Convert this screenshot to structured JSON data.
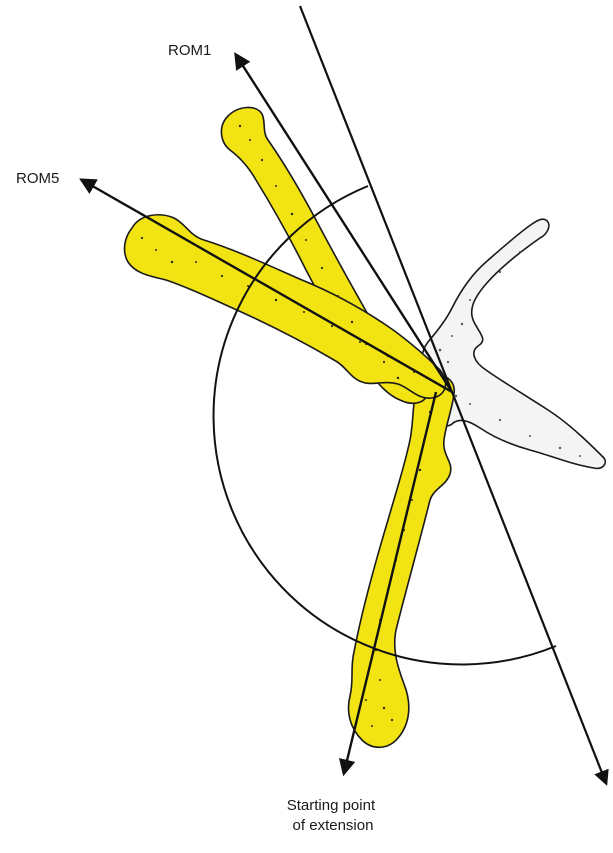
{
  "labels": {
    "rom1": "ROM1",
    "rom5": "ROM5",
    "start_line1": "Starting point",
    "start_line2": "of extension"
  },
  "colors": {
    "bone_highlight": "#f2e313",
    "pelvis": "#f4f4f4",
    "lines": "#111111"
  }
}
